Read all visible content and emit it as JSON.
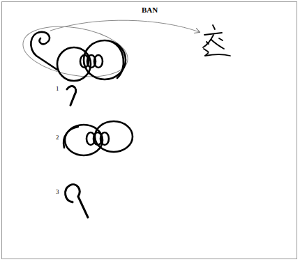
{
  "diagram": {
    "title": "BAN",
    "labels": [
      "1",
      "2",
      "3"
    ]
  }
}
